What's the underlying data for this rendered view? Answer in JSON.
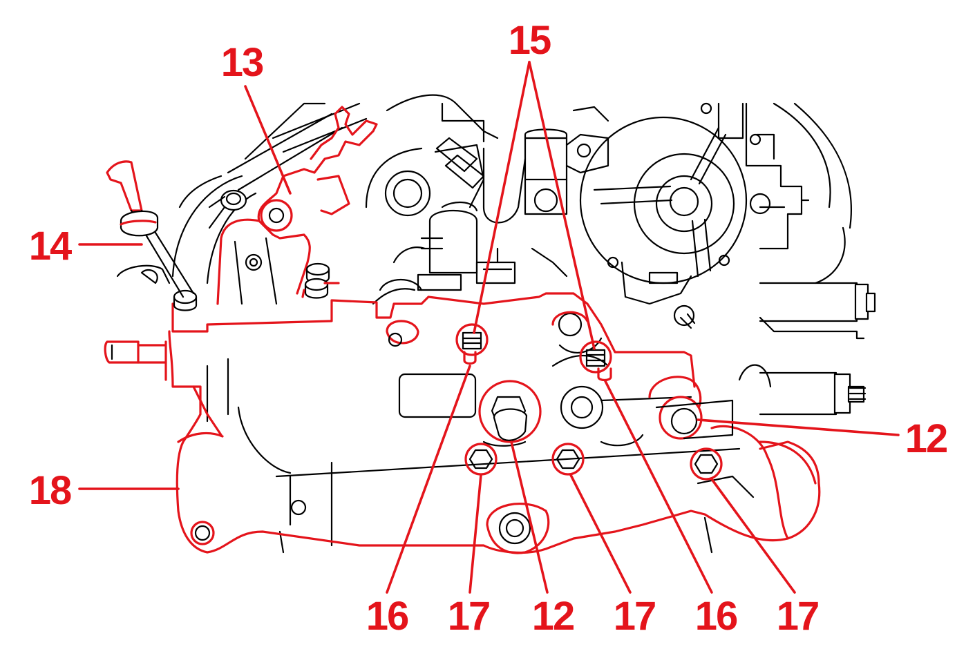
{
  "colors": {
    "callout": "#e4141b",
    "linework": "#000000",
    "background": "#ffffff"
  },
  "callouts": {
    "c15": "15",
    "c13": "13",
    "c14": "14",
    "c18": "18",
    "c12_right": "12",
    "c16_left": "16",
    "c17_a": "17",
    "c12_bottom": "12",
    "c17_b": "17",
    "c16_right": "16",
    "c17_c": "17"
  }
}
